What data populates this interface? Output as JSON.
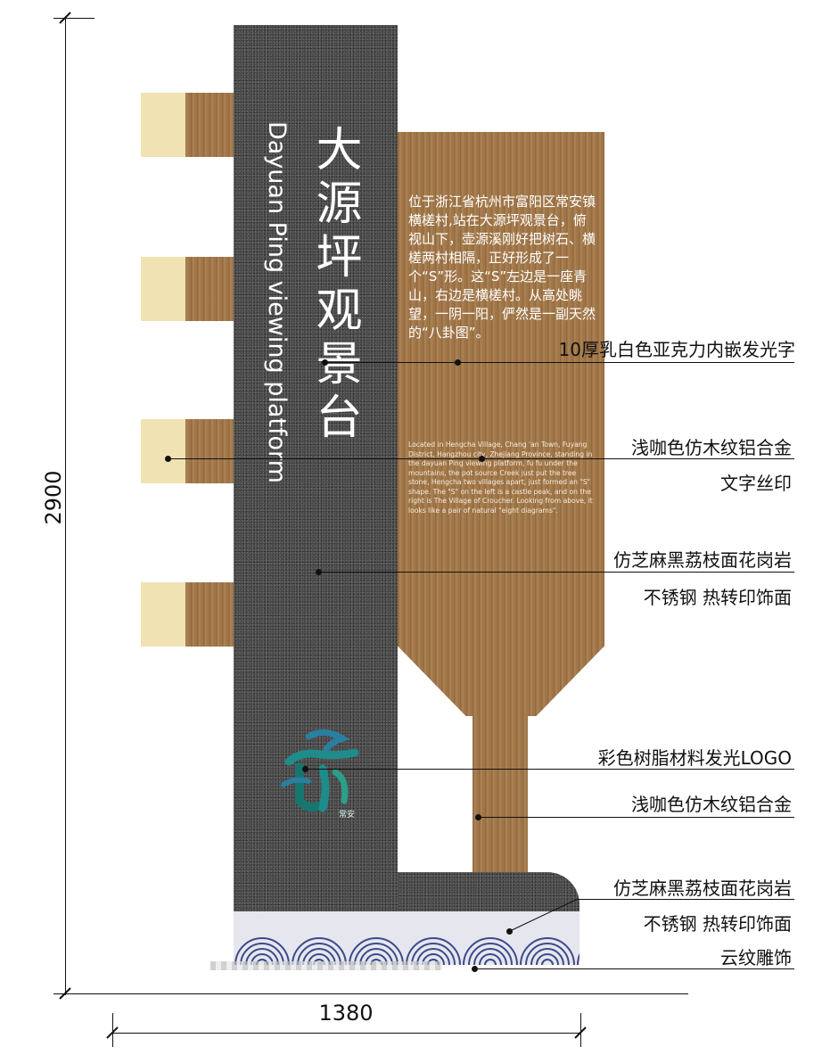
{
  "sign": {
    "title_cn": "大源坪观景台",
    "title_en": "Dayuan Ping viewing platform",
    "body_cn": "位于浙江省杭州市富阳区常安镇横槎村,站在大源坪观景台，俯视山下，壶源溪刚好把树石、横槎两村相隔，正好形成了一个“S”形。这“S”左边是一座青山，右边是横槎村。从高处眺望，一阴一阳，俨然是一副天然的“八卦图”。",
    "body_en": "Located in Hengcha Village, Chang 'an Town, Fuyang District, Hangzhou city, Zhejiang Province, standing in the dayuan Ping viewing platform, fu fu under the mountains, the pot source Creek just put the tree stone, Hengcha two villages apart, just formed an \"S\" shape. The \"S\" on the left is a castle peak, and on the right is The Village of Croucher. Looking from above, it looks like a pair of natural \"eight diagrams\".",
    "logo_text": "常安"
  },
  "callouts": {
    "c1": "10厚乳白色亚克力内嵌发光字",
    "c2a": "浅咖色仿木纹铝合金",
    "c2b": "文字丝印",
    "c3a": "仿芝麻黑荔枝面花岗岩",
    "c3b": "不锈钢  热转印饰面",
    "c4": "彩色树脂材料发光LOGO",
    "c5": "浅咖色仿木纹铝合金",
    "c6a": "仿芝麻黑荔枝面花岗岩",
    "c6b": "不锈钢  热转印饰面",
    "c7": "云纹雕饰"
  },
  "dimensions": {
    "height": "2900",
    "width": "1380"
  },
  "colors": {
    "granite": "#4a4a4a",
    "wood": "#a47a4c",
    "cream": "#f1e2b3",
    "logo": "#1f8c8c"
  }
}
